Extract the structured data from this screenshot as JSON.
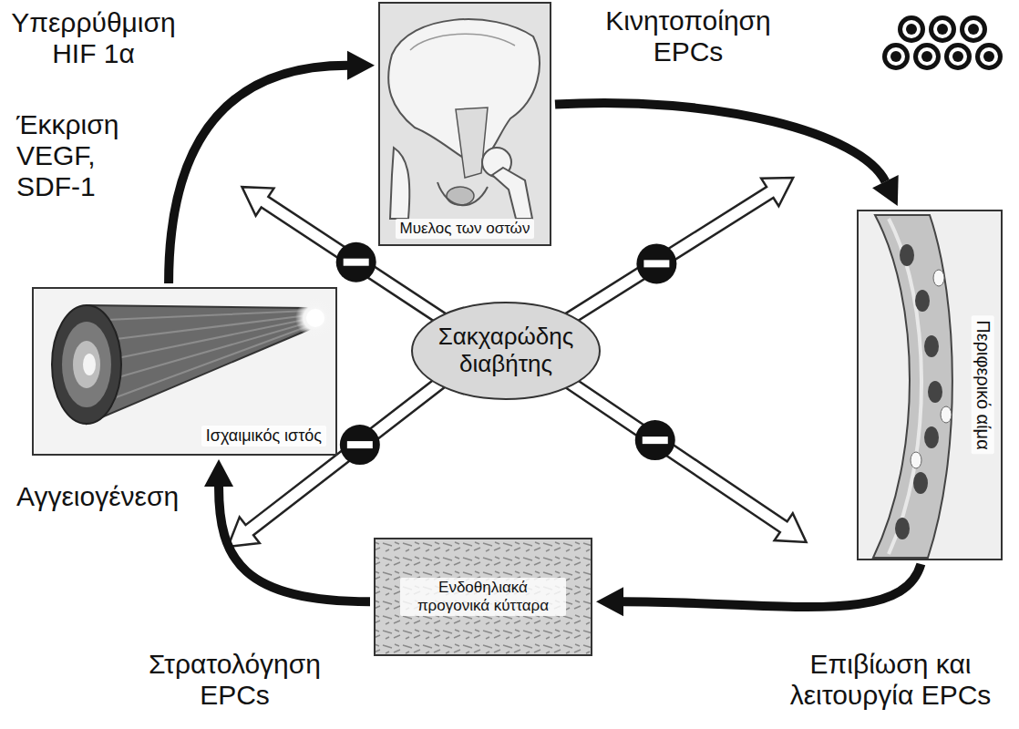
{
  "diagram": {
    "nodes": [
      {
        "text": [
          "Μυελος των οστών"
        ]
      },
      {
        "text": [
          "Ισχαιμικός ιστός"
        ]
      },
      {
        "text": [
          "Σακχαρώδης διαβήτης"
        ]
      },
      {
        "text": [
          "Περιφερικό αίμα"
        ]
      },
      {
        "text": [
          "Ενδοθηλιακά προγονικά κύτταρα"
        ]
      }
    ],
    "edges": [
      {
        "from": 1,
        "to": 0,
        "arrow": "to",
        "label": "Έκκριση VEGF, SDF-1"
      },
      {
        "from": 0,
        "to": 3,
        "arrow": "to",
        "label": "Κινητοποίηση EPCs"
      },
      {
        "from": 3,
        "to": 4,
        "arrow": "to",
        "label": "Επιβίωση και λειτουργία EPCs"
      },
      {
        "from": 4,
        "to": 1,
        "arrow": "to",
        "label": "Στρατολόγηση EPCs"
      }
    ],
    "labels": [
      "Υπερρύθμιση HIF 1α",
      "Αγγειογένεση"
    ]
  }
}
